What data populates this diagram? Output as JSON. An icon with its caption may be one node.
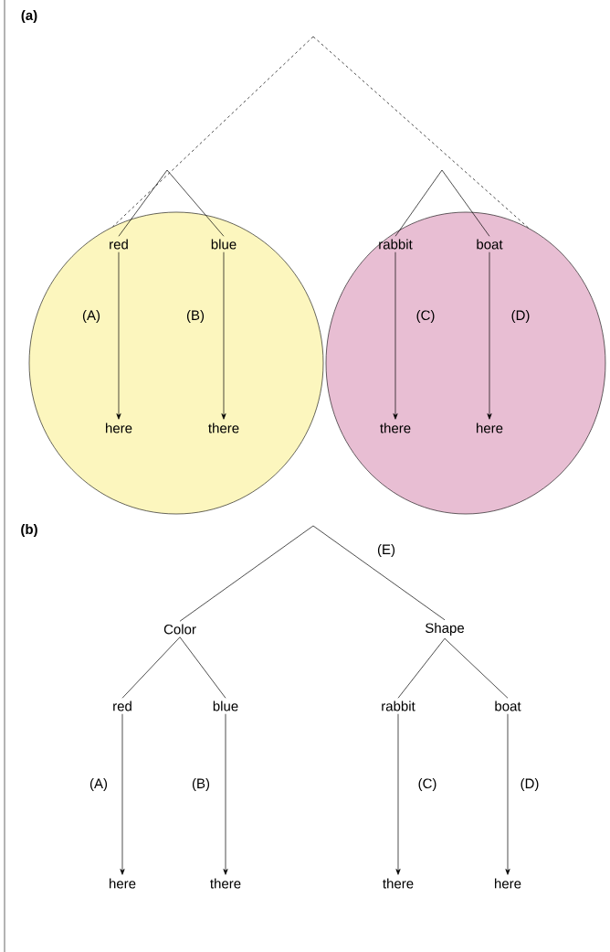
{
  "diagram": {
    "nodes": [
      {
        "text": [],
        "shape": "ellipse"
      },
      {
        "text": [
          "red"
        ],
        "in": 0
      },
      {
        "text": [
          "blue"
        ],
        "in": 0
      },
      {
        "text": [
          "here"
        ],
        "in": 0
      },
      {
        "text": [
          "there"
        ],
        "in": 0
      },
      {
        "text": [],
        "shape": "ellipse"
      },
      {
        "text": [
          "rabbit"
        ],
        "in": 5
      },
      {
        "text": [
          "boat"
        ],
        "in": 5
      },
      {
        "text": [
          "there"
        ],
        "in": 5
      },
      {
        "text": [
          "here"
        ],
        "in": 5
      },
      {
        "text": [
          "Color"
        ]
      },
      {
        "text": [
          "Shape"
        ]
      },
      {
        "text": [
          "red"
        ]
      },
      {
        "text": [
          "blue"
        ]
      },
      {
        "text": [
          "rabbit"
        ]
      },
      {
        "text": [
          "boat"
        ]
      },
      {
        "text": [
          "here"
        ]
      },
      {
        "text": [
          "there"
        ]
      },
      {
        "text": [
          "there"
        ]
      },
      {
        "text": [
          "here"
        ]
      }
    ],
    "edges": [
      {
        "from": null,
        "to": 0,
        "arrow": "none",
        "style": "dashed"
      },
      {
        "from": null,
        "to": 5,
        "arrow": "none",
        "style": "dashed"
      },
      {
        "from": null,
        "to": 1,
        "arrow": "none"
      },
      {
        "from": null,
        "to": 2,
        "arrow": "none"
      },
      {
        "from": 1,
        "to": 3,
        "arrow": "to",
        "label": "(A)"
      },
      {
        "from": 2,
        "to": 4,
        "arrow": "to",
        "label": "(B)"
      },
      {
        "from": null,
        "to": 6,
        "arrow": "none"
      },
      {
        "from": null,
        "to": 7,
        "arrow": "none"
      },
      {
        "from": 6,
        "to": 8,
        "arrow": "to",
        "label": "(C)"
      },
      {
        "from": 7,
        "to": 9,
        "arrow": "to",
        "label": "(D)"
      },
      {
        "from": null,
        "to": 10,
        "arrow": "none"
      },
      {
        "from": null,
        "to": 11,
        "arrow": "none",
        "label": "(E)"
      },
      {
        "from": 10,
        "to": 12,
        "arrow": "none"
      },
      {
        "from": 10,
        "to": 13,
        "arrow": "none"
      },
      {
        "from": 11,
        "to": 14,
        "arrow": "none"
      },
      {
        "from": 11,
        "to": 15,
        "arrow": "none"
      },
      {
        "from": 12,
        "to": 16,
        "arrow": "to",
        "label": "(A)"
      },
      {
        "from": 13,
        "to": 17,
        "arrow": "to",
        "label": "(B)"
      },
      {
        "from": 14,
        "to": 18,
        "arrow": "to",
        "label": "(C)"
      },
      {
        "from": 15,
        "to": 19,
        "arrow": "to",
        "label": "(D)"
      }
    ],
    "labels": [
      "(a)",
      "(b)"
    ]
  }
}
